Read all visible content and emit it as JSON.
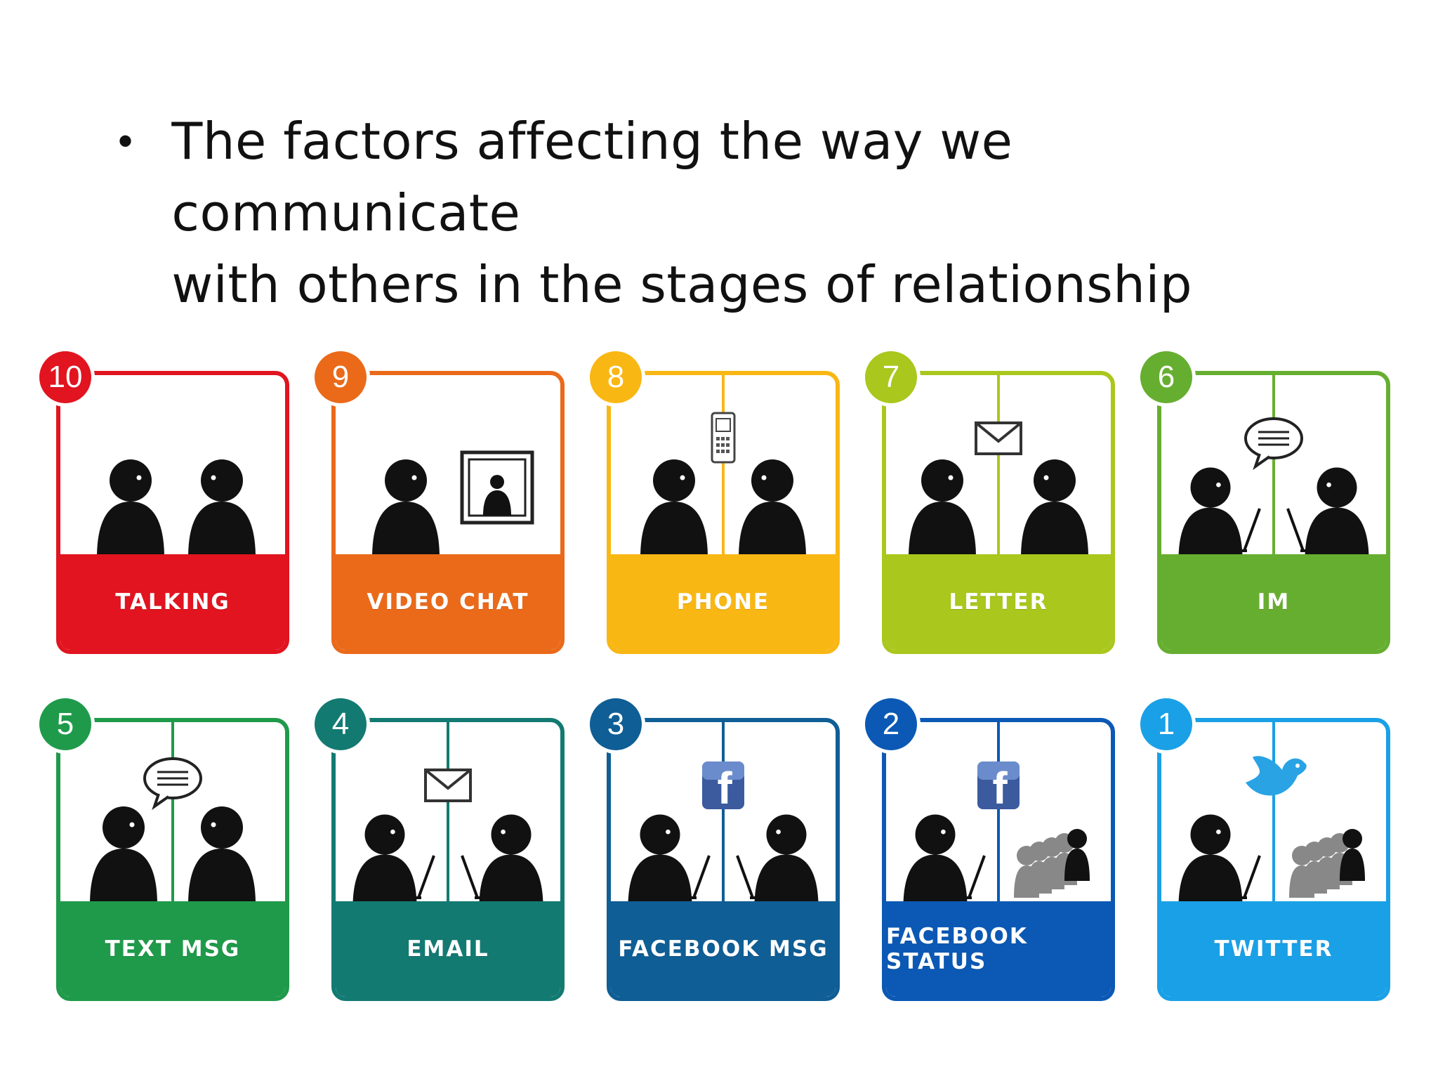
{
  "bullet": {
    "line1": "The factors affecting the way we communicate",
    "line2": "with others in the stages of relationship"
  },
  "cards": [
    {
      "number": "10",
      "label": "TALKING",
      "color": "#e1141f",
      "icon": "two-people-talking-icon"
    },
    {
      "number": "9",
      "label": "VIDEO CHAT",
      "color": "#ea6a1a",
      "icon": "video-screen-icon"
    },
    {
      "number": "8",
      "label": "PHONE",
      "color": "#f9b714",
      "icon": "mobile-phone-icon"
    },
    {
      "number": "7",
      "label": "LETTER",
      "color": "#a9c71c",
      "icon": "envelope-icon"
    },
    {
      "number": "6",
      "label": "IM",
      "color": "#66ae30",
      "icon": "chat-bubble-icon"
    },
    {
      "number": "5",
      "label": "TEXT MSG",
      "color": "#1f9a4a",
      "icon": "chat-bubble-icon"
    },
    {
      "number": "4",
      "label": "EMAIL",
      "color": "#137a72",
      "icon": "envelope-icon"
    },
    {
      "number": "3",
      "label": "FACEBOOK MSG",
      "color": "#0f5e95",
      "icon": "facebook-icon"
    },
    {
      "number": "2",
      "label": "FACEBOOK STATUS",
      "color": "#0b59b5",
      "icon": "facebook-icon"
    },
    {
      "number": "1",
      "label": "TWITTER",
      "color": "#1aa0e6",
      "icon": "twitter-bird-icon"
    }
  ]
}
